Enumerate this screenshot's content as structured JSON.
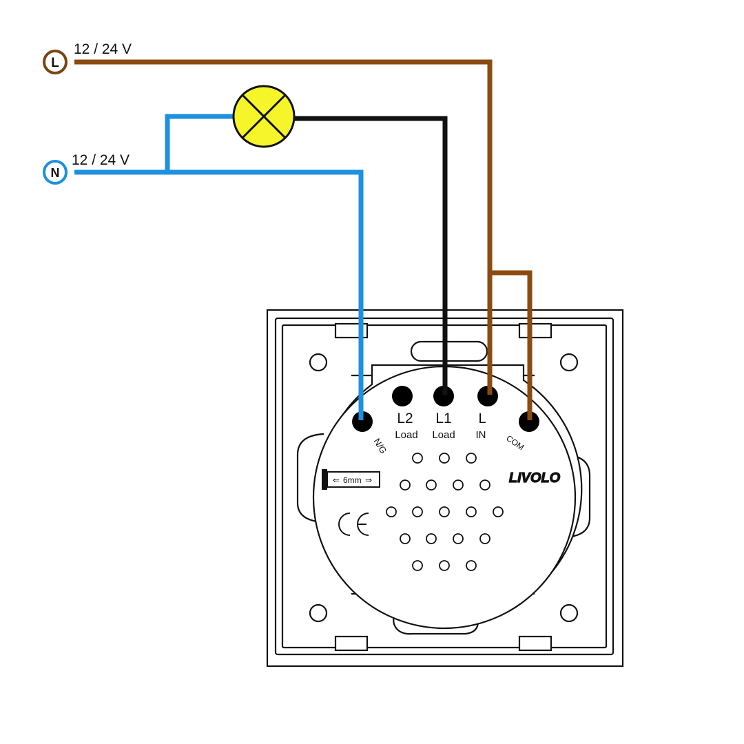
{
  "supply": {
    "line": {
      "badge": "L",
      "voltage": "12 / 24 V"
    },
    "neutral": {
      "badge": "N",
      "voltage": "12 / 24 V"
    }
  },
  "terminals": {
    "ng": {
      "label": "N/G"
    },
    "l2": {
      "label": "L2",
      "sub": "Load"
    },
    "l1": {
      "label": "L1",
      "sub": "Load"
    },
    "l": {
      "label": "L",
      "sub": "IN"
    },
    "com": {
      "label": "COM"
    }
  },
  "device": {
    "brand": "LIVOLO",
    "strip_gauge": "6mm",
    "certification": "CE"
  },
  "colors": {
    "live": "#8B4A0F",
    "neutral": "#1E90E0",
    "load": "#111111",
    "lamp": "#F5F52A",
    "badge_line": "#7A4510",
    "badge_neutral": "#1E90E0"
  },
  "icons": {
    "lamp": "lamp-cross-icon",
    "strip_gauge": "strip-gauge-icon",
    "ce": "ce-mark-icon"
  }
}
